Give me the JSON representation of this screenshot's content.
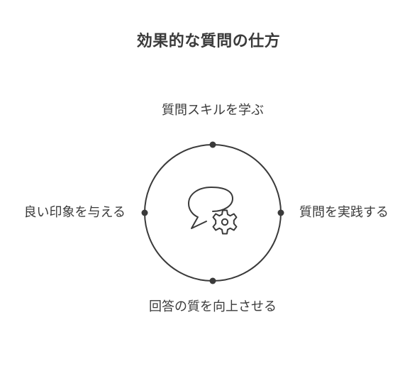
{
  "title": "効果的な質問の仕方",
  "center": {
    "icon": "speech-bubble-gear-icon"
  },
  "nodes": {
    "top": "質問スキルを学ぶ",
    "right": "質問を実践する",
    "bottom": "回答の質を向上させる",
    "left": "良い印象を与える"
  },
  "colors": {
    "stroke": "#3a3a3a",
    "text": "#3a3a3a",
    "background": "#ffffff"
  }
}
